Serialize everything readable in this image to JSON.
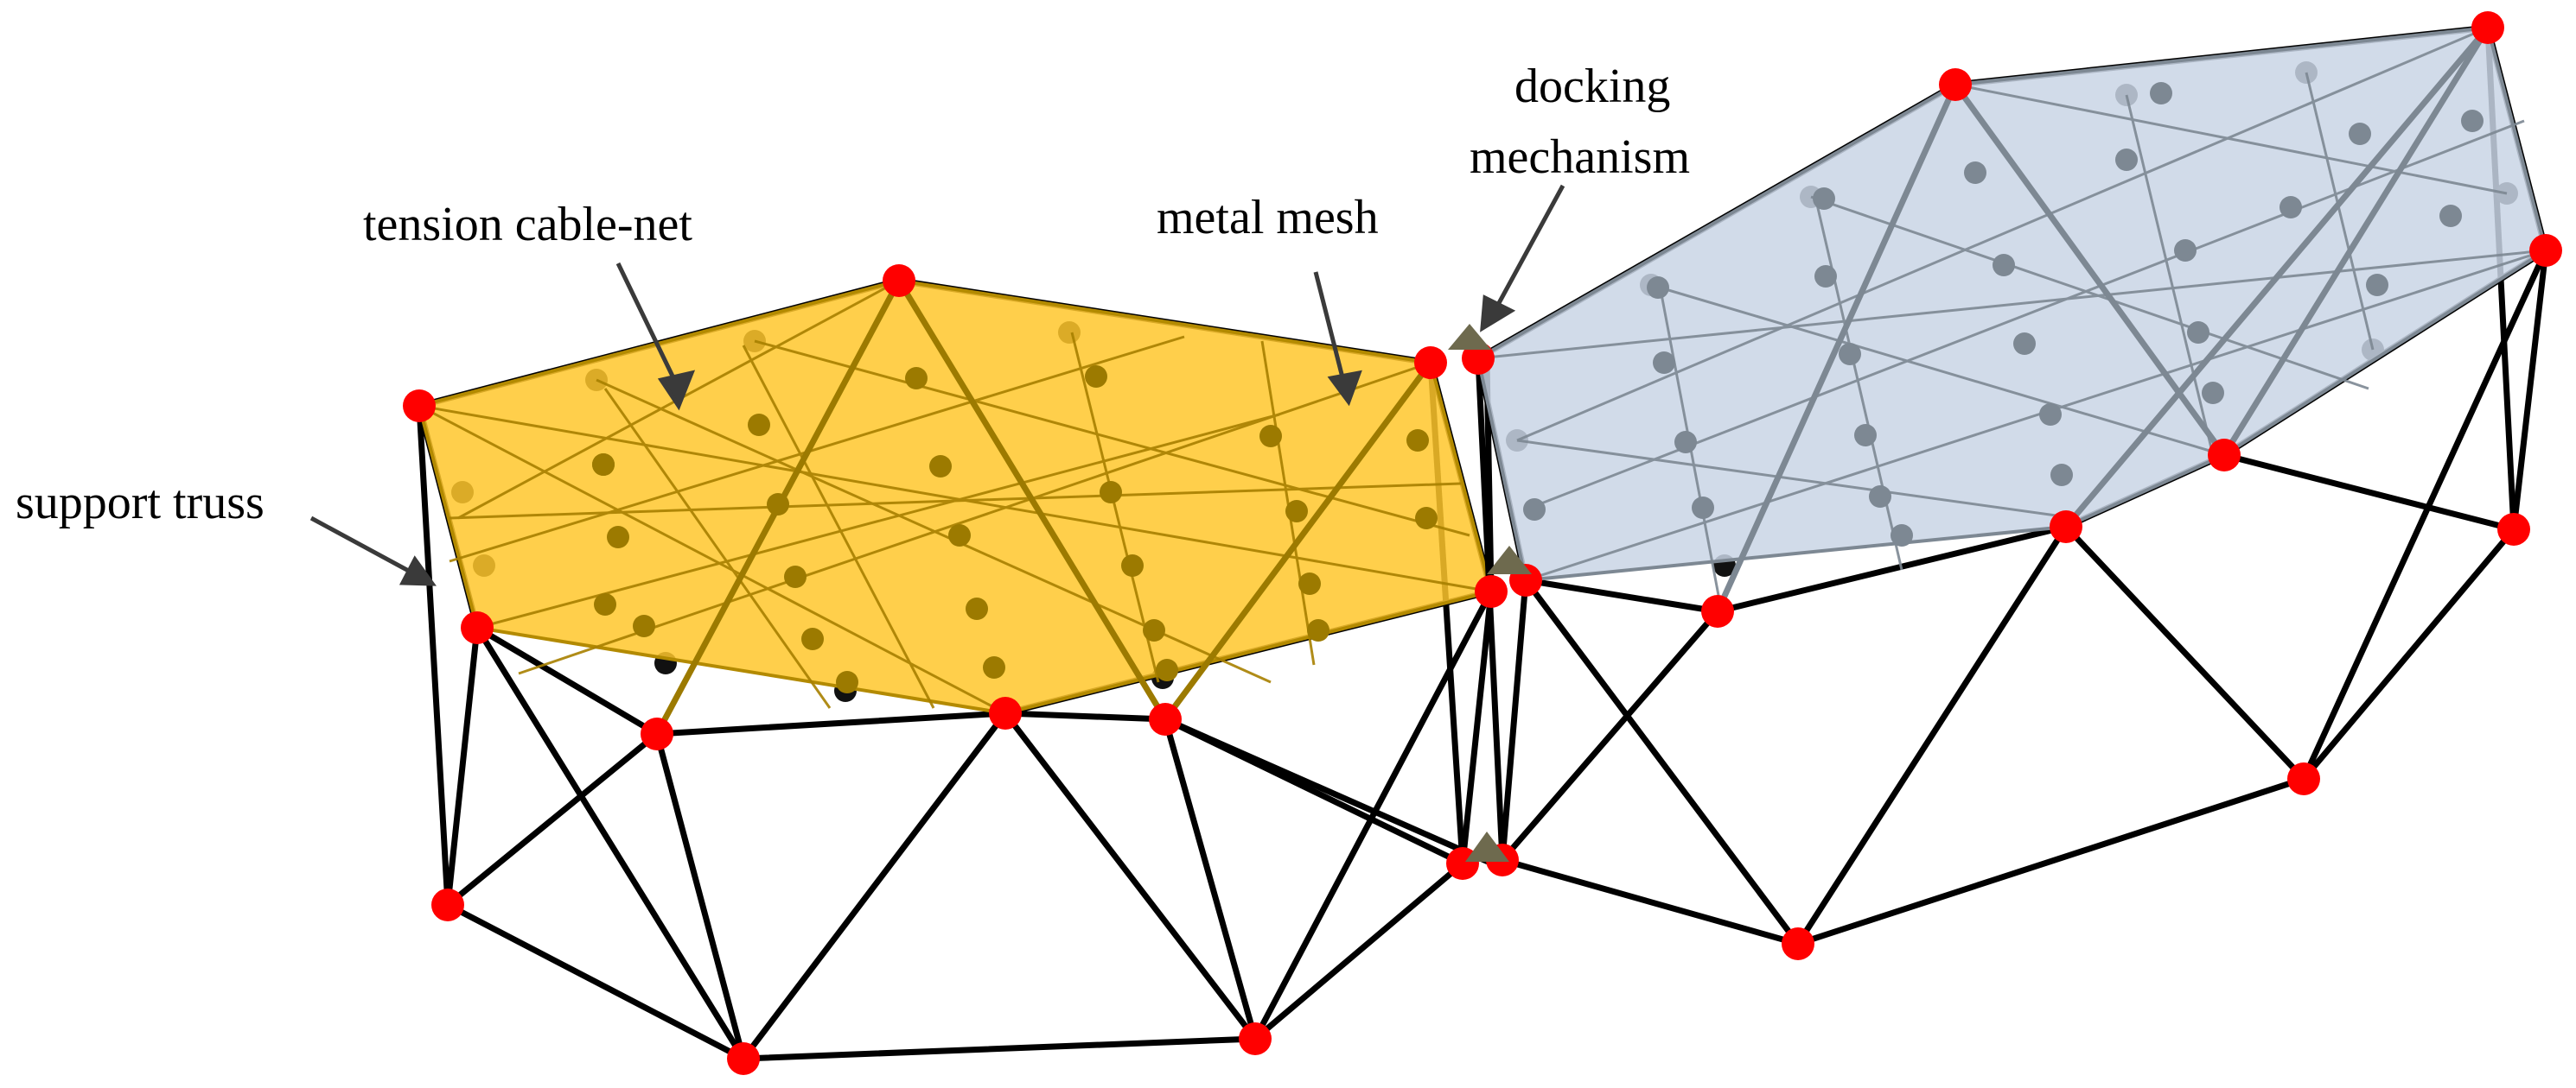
{
  "labels": {
    "tension_cable_net": "tension cable-net",
    "metal_mesh": "metal mesh",
    "docking_line1": "docking",
    "docking_line2": "mechanism",
    "support_truss": "support truss"
  },
  "colors": {
    "left_mesh_fill": "#FFC72C",
    "left_mesh_node": "#9C7A00",
    "right_mesh_fill": "#C9D5E5",
    "right_mesh_node": "#7D8893",
    "truss_node": "#FF0000",
    "docking_marker": "#6E6A4E",
    "truss_line": "#000000"
  }
}
